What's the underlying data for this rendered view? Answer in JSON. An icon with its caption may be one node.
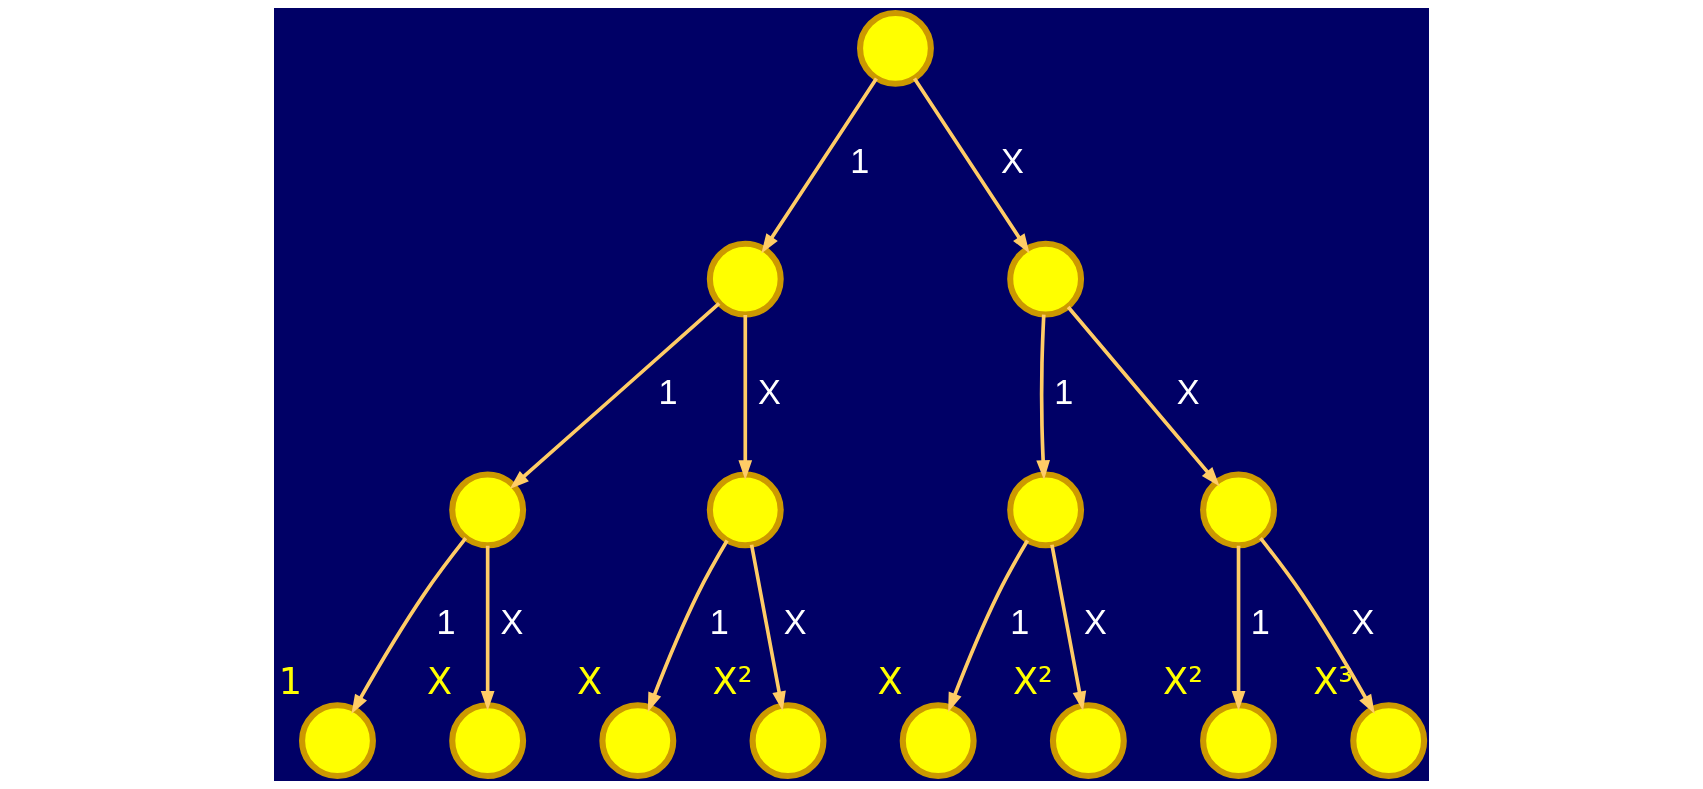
{
  "diagram": {
    "nodes": [
      {
        "text": [],
        "shape": "circle"
      },
      {
        "text": [],
        "shape": "circle"
      },
      {
        "text": [],
        "shape": "circle"
      },
      {
        "text": [],
        "shape": "circle"
      },
      {
        "text": [],
        "shape": "circle"
      },
      {
        "text": [],
        "shape": "circle"
      },
      {
        "text": [],
        "shape": "circle"
      },
      {
        "text": [],
        "shape": "circle",
        "beside": [
          "1"
        ]
      },
      {
        "text": [],
        "shape": "circle",
        "beside": [
          "X"
        ]
      },
      {
        "text": [],
        "shape": "circle",
        "beside": [
          "X"
        ]
      },
      {
        "text": [],
        "shape": "circle",
        "beside": [
          "X²"
        ]
      },
      {
        "text": [],
        "shape": "circle",
        "beside": [
          "X"
        ]
      },
      {
        "text": [],
        "shape": "circle",
        "beside": [
          "X²"
        ]
      },
      {
        "text": [],
        "shape": "circle",
        "beside": [
          "X²"
        ]
      },
      {
        "text": [],
        "shape": "circle",
        "beside": [
          "X³"
        ]
      }
    ],
    "edges": [
      {
        "from": 0,
        "to": 1,
        "arrow": "to",
        "label": "1"
      },
      {
        "from": 0,
        "to": 2,
        "arrow": "to",
        "label": "X"
      },
      {
        "from": 1,
        "to": 3,
        "arrow": "to",
        "label": "1"
      },
      {
        "from": 1,
        "to": 4,
        "arrow": "to",
        "label": "X"
      },
      {
        "from": 2,
        "to": 5,
        "arrow": "to",
        "label": "1"
      },
      {
        "from": 2,
        "to": 6,
        "arrow": "to",
        "label": "X"
      },
      {
        "from": 3,
        "to": 7,
        "arrow": "to",
        "label": "1"
      },
      {
        "from": 3,
        "to": 8,
        "arrow": "to",
        "label": "X"
      },
      {
        "from": 4,
        "to": 9,
        "arrow": "to",
        "label": "1"
      },
      {
        "from": 4,
        "to": 10,
        "arrow": "to",
        "label": "X"
      },
      {
        "from": 5,
        "to": 11,
        "arrow": "to",
        "label": "1"
      },
      {
        "from": 5,
        "to": 12,
        "arrow": "to",
        "label": "X"
      },
      {
        "from": 6,
        "to": 13,
        "arrow": "to",
        "label": "1"
      },
      {
        "from": 6,
        "to": 14,
        "arrow": "to",
        "label": "X"
      }
    ]
  }
}
